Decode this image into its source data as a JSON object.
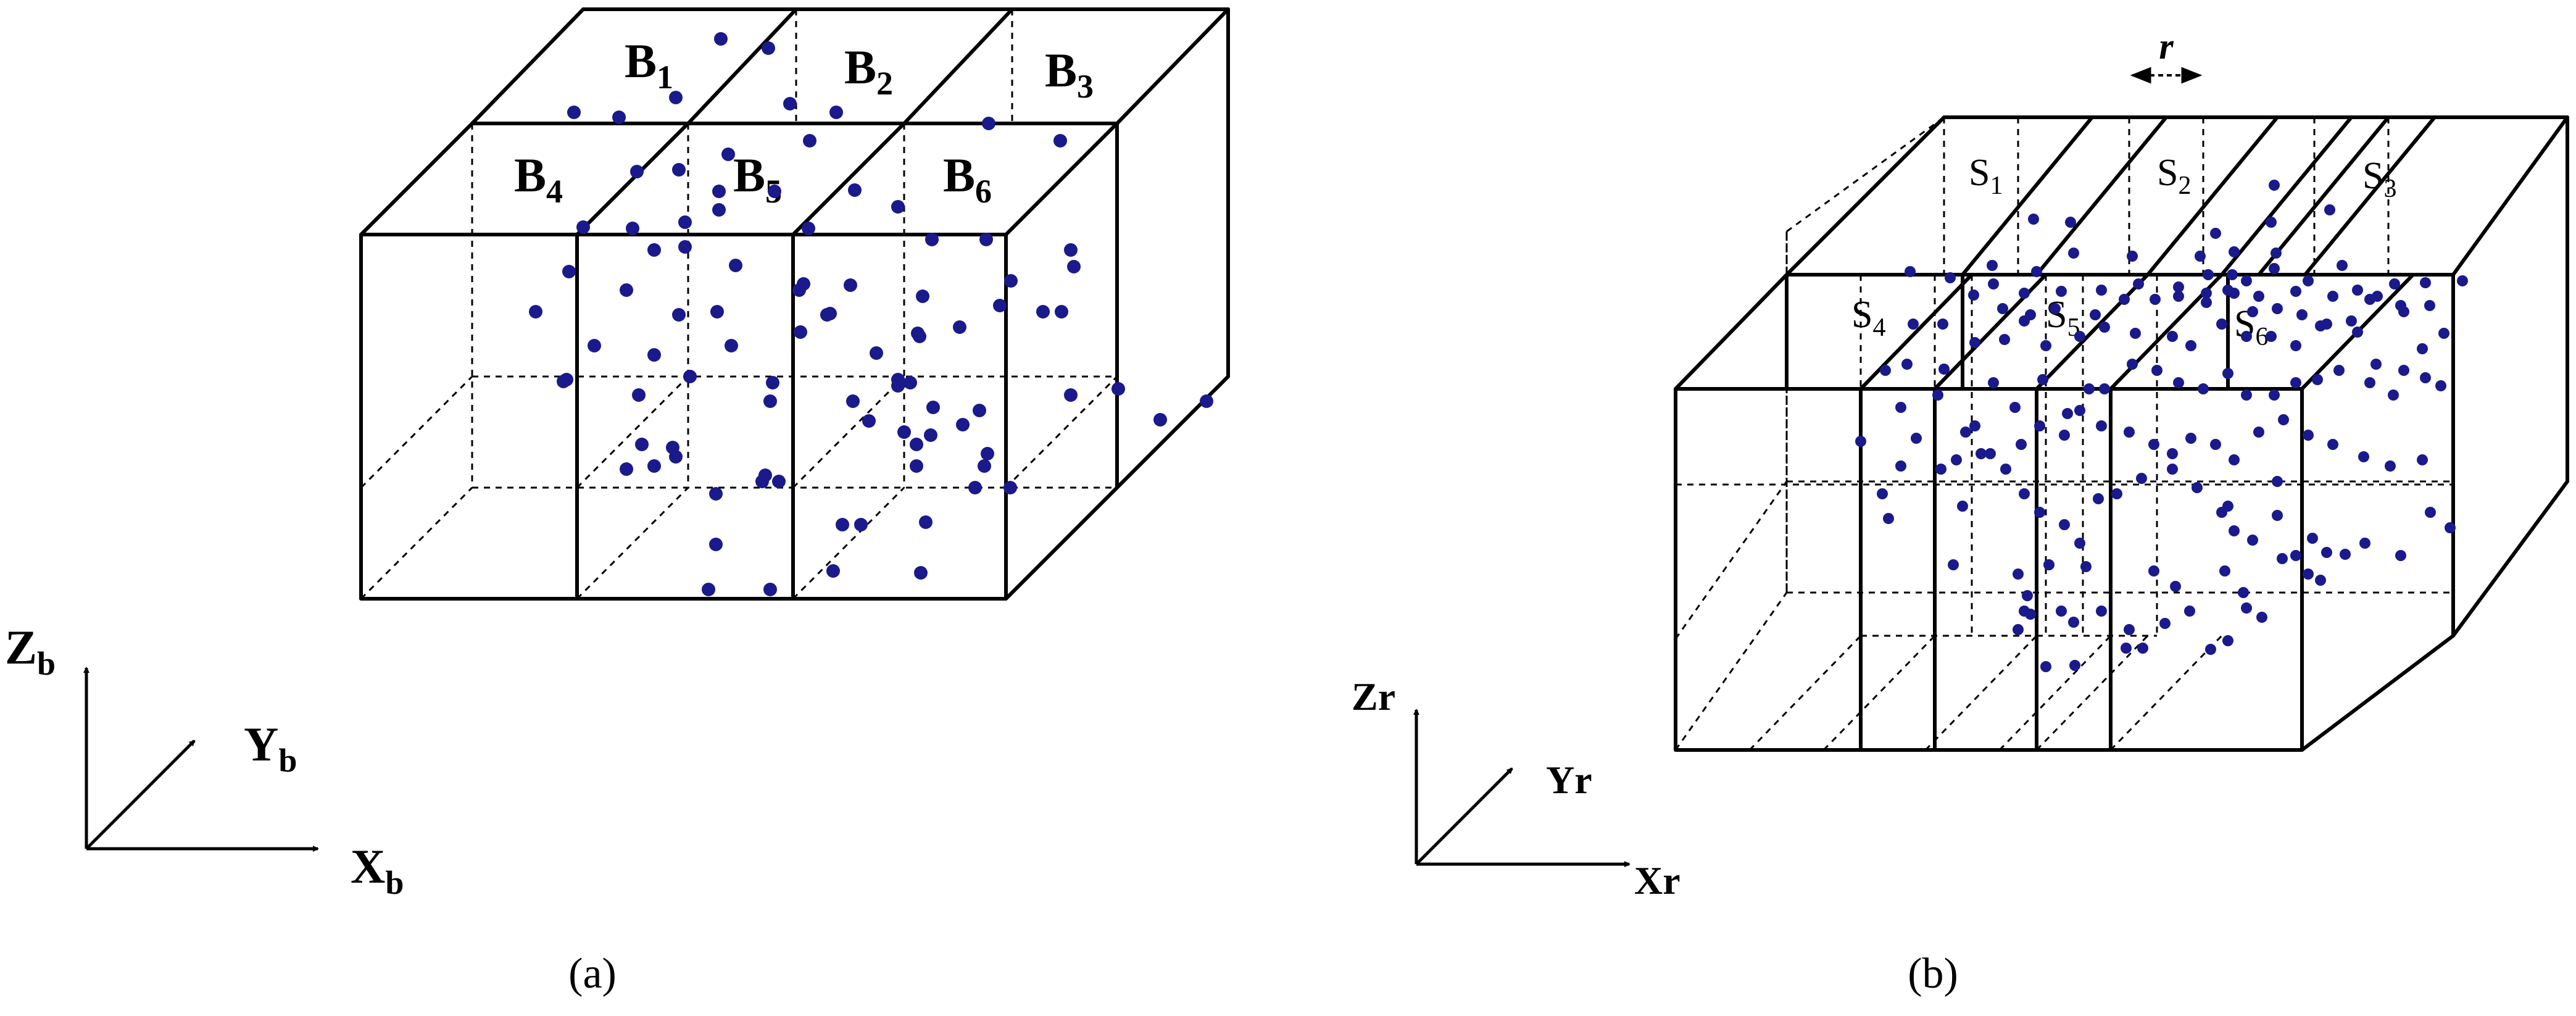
{
  "panel_a": {
    "caption": "(a)",
    "boxes": [
      {
        "main": "B",
        "sub": "1"
      },
      {
        "main": "B",
        "sub": "2"
      },
      {
        "main": "B",
        "sub": "3"
      },
      {
        "main": "B",
        "sub": "4"
      },
      {
        "main": "B",
        "sub": "5"
      },
      {
        "main": "B",
        "sub": "6"
      }
    ],
    "axes": {
      "z": {
        "main": "Z",
        "sub": "b"
      },
      "y": {
        "main": "Y",
        "sub": "b"
      },
      "x": {
        "main": "X",
        "sub": "b"
      }
    }
  },
  "panel_b": {
    "caption": "(b)",
    "radius_label": "r",
    "slabs": [
      {
        "main": "S",
        "sub": "1"
      },
      {
        "main": "S",
        "sub": "2"
      },
      {
        "main": "S",
        "sub": "3"
      },
      {
        "main": "S",
        "sub": "4"
      },
      {
        "main": "S",
        "sub": "5"
      },
      {
        "main": "S",
        "sub": "6"
      }
    ],
    "axes": {
      "z": "Zr",
      "y": "Yr",
      "x": "Xr"
    }
  },
  "colors": {
    "point": "#1a1a8c",
    "line": "#000000"
  },
  "icons": {
    "point": "filled-dot",
    "arrow": "arrowhead"
  }
}
